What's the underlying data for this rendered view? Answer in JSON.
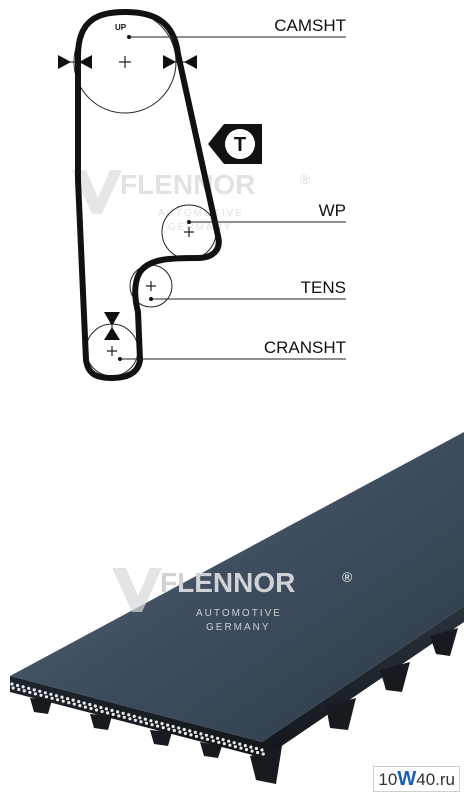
{
  "diagram": {
    "labels": {
      "up": "UP",
      "camshaft": "CAMSHT",
      "water_pump": "WP",
      "tensioner": "TENS",
      "crankshaft": "CRANSHT",
      "tensioner_marker": "T"
    },
    "watermark": {
      "brand": "FLENNOR",
      "registered": "®",
      "sub_line1": "AUTOMOTIVE",
      "sub_line2": "GERMANY"
    }
  },
  "photo": {
    "watermark": {
      "brand": "FLENNOR",
      "registered": "®",
      "sub_line1": "AUTOMOTIVE",
      "sub_line2": "GERMANY"
    }
  },
  "site_badge": {
    "part1": "10",
    "part2": "W",
    "part3": "40",
    "part4": ".ru"
  },
  "colors": {
    "belt_line": "#111111",
    "belt_top": "#3e4d5e",
    "belt_edge": "#1e242c",
    "watermark": "#e2e2e2",
    "site_accent": "#1b5fb5"
  }
}
